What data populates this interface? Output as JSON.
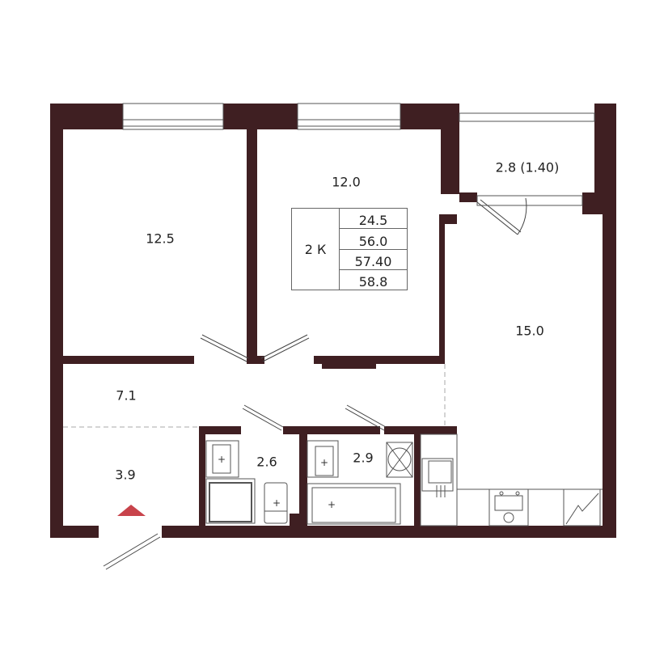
{
  "plan": {
    "wall_color": "#3f1f22",
    "entrance_marker_color": "#c8434b",
    "rooms": [
      {
        "name": "bedroom-left",
        "area": "12.5"
      },
      {
        "name": "bedroom-middle",
        "area": "12.0"
      },
      {
        "name": "balcony",
        "area": "2.8 (1.40)"
      },
      {
        "name": "kitchen-living",
        "area": "15.0"
      },
      {
        "name": "hallway",
        "area": "7.1"
      },
      {
        "name": "entry",
        "area": "3.9"
      },
      {
        "name": "bathroom-shower",
        "area": "2.6"
      },
      {
        "name": "bathroom-tub",
        "area": "2.9"
      }
    ],
    "summary": {
      "rooms_label": "2 К",
      "values": [
        "24.5",
        "56.0",
        "57.40",
        "58.8"
      ]
    }
  }
}
